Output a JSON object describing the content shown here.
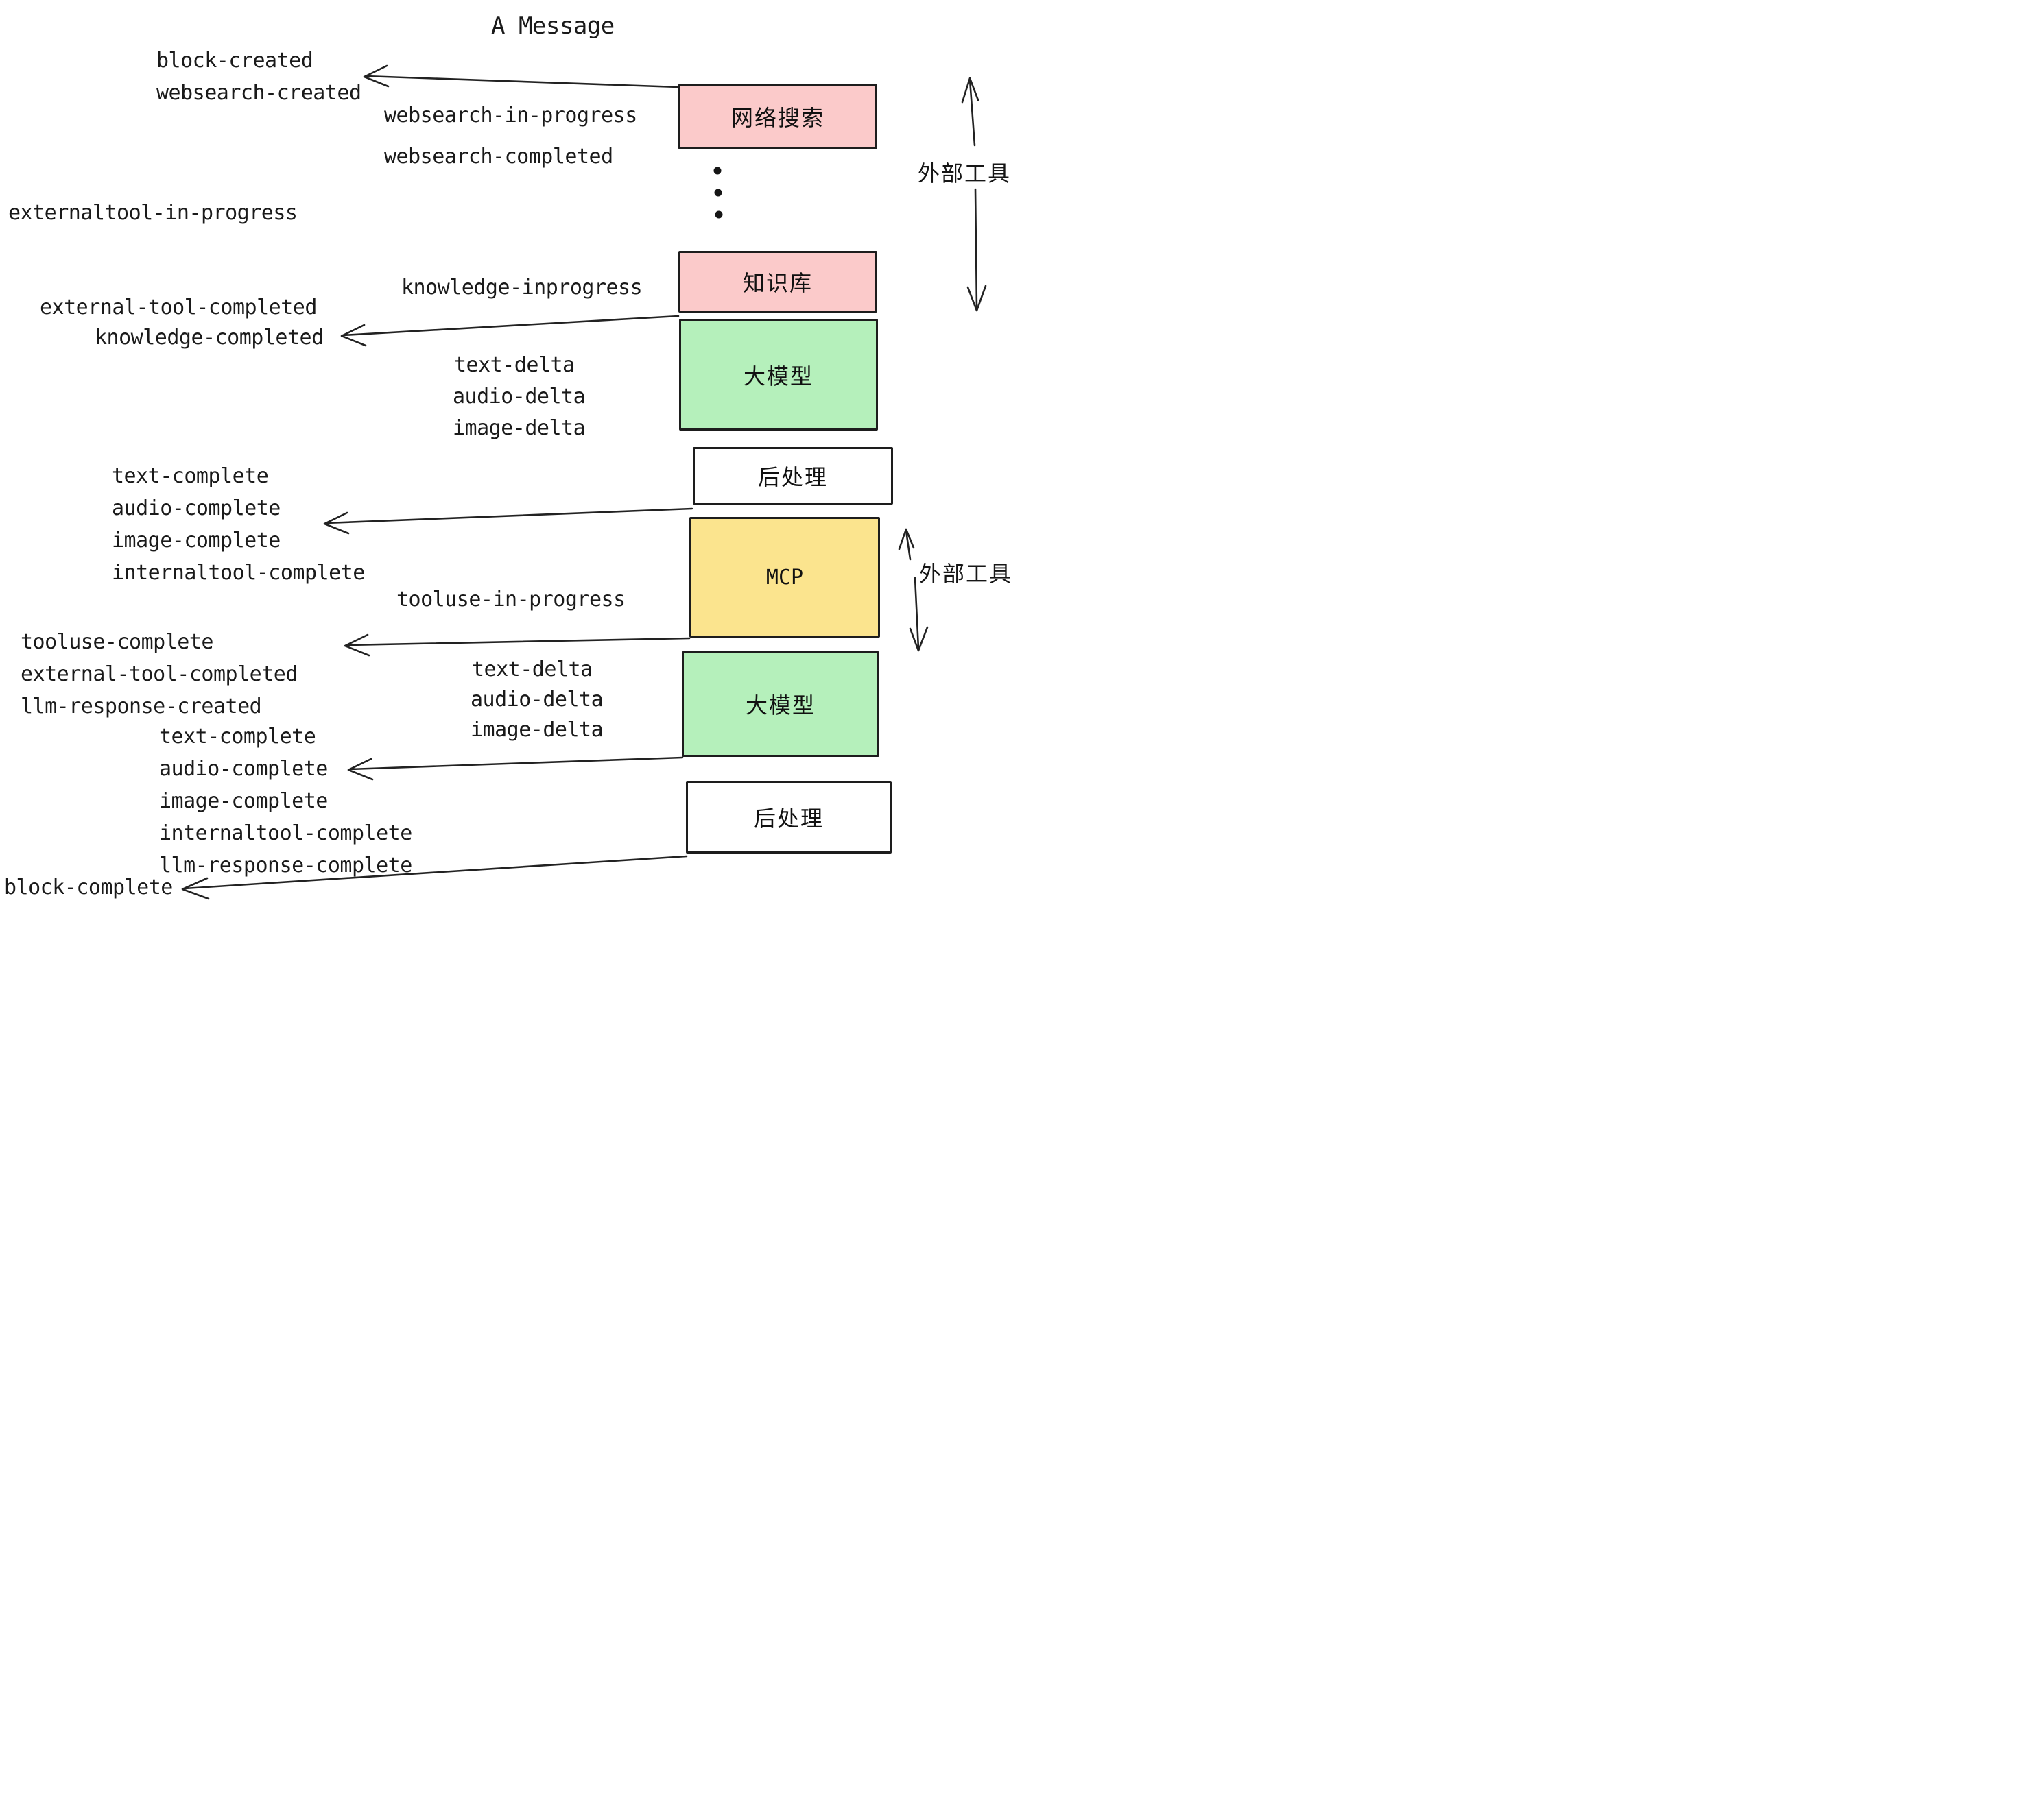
{
  "title": "A Message",
  "events": {
    "block_created": "block-created",
    "websearch_created": "websearch-created",
    "websearch_in_progress": "websearch-in-progress",
    "websearch_completed": "websearch-completed",
    "externaltool_in_progress": "externaltool-in-progress",
    "external_tool_completed": "external-tool-completed",
    "knowledge_completed": "knowledge-completed",
    "knowledge_inprogress": "knowledge-inprogress",
    "text_delta": "text-delta",
    "audio_delta": "audio-delta",
    "image_delta": "image-delta",
    "text_complete": "text-complete",
    "audio_complete": "audio-complete",
    "image_complete": "image-complete",
    "internaltool_complete": "internaltool-complete",
    "tooluse_in_progress": "tooluse-in-progress",
    "tooluse_complete": "tooluse-complete",
    "llm_response_created": "llm-response-created",
    "llm_response_complete": "llm-response-complete",
    "block_complete": "block-complete"
  },
  "boxes": {
    "websearch": "网络搜索",
    "knowledge": "知识库",
    "llm": "大模型",
    "postprocess": "后处理",
    "mcp": "MCP"
  },
  "annotations": {
    "external_tools": "外部工具"
  },
  "colors": {
    "box_pink": "#FBCACA",
    "box_green": "#B5F0BB",
    "box_yellow": "#FBE48E",
    "box_white": "#FFFFFF",
    "stroke": "#222222",
    "text": "#1A1A1A"
  }
}
